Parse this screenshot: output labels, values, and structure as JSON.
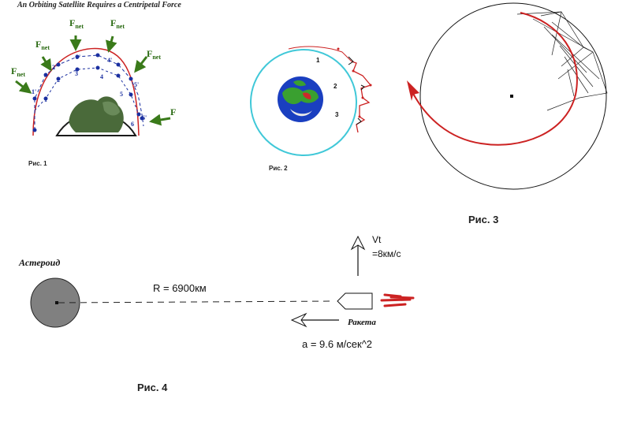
{
  "fig1": {
    "title": "An Orbiting Satellite Requires a Centripetal Force",
    "caption": "Рис. 1",
    "force_label_main": "F",
    "force_label_sub": "net",
    "force_label_partial": "F",
    "points": [
      "1",
      "2",
      "3",
      "4",
      "5",
      "6",
      "1'",
      "2'",
      "3'",
      "4'",
      "5'",
      "6'"
    ]
  },
  "fig2": {
    "caption": "Рис. 2",
    "labels": [
      "1",
      "2",
      "3"
    ]
  },
  "fig3": {
    "caption": "Рис. 3"
  },
  "fig4": {
    "caption": "Рис. 4",
    "asteroid_label": "Астероид",
    "rocket_label": "Ракета",
    "distance_label": "R = 6900км",
    "velocity_label_line1": "Vt",
    "velocity_label_line2": "=8км/с",
    "acceleration_label": "a = 9.6 м/сек^2"
  },
  "colors": {
    "orbit_red": "#cc2222",
    "cyan_orbit": "#40c8d8",
    "force_green": "#3a7a1a",
    "point_blue": "#1a2fa0",
    "asteroid_gray": "#808080",
    "earth_blue": "#1a3fc0",
    "earth_green": "#3aa030"
  }
}
